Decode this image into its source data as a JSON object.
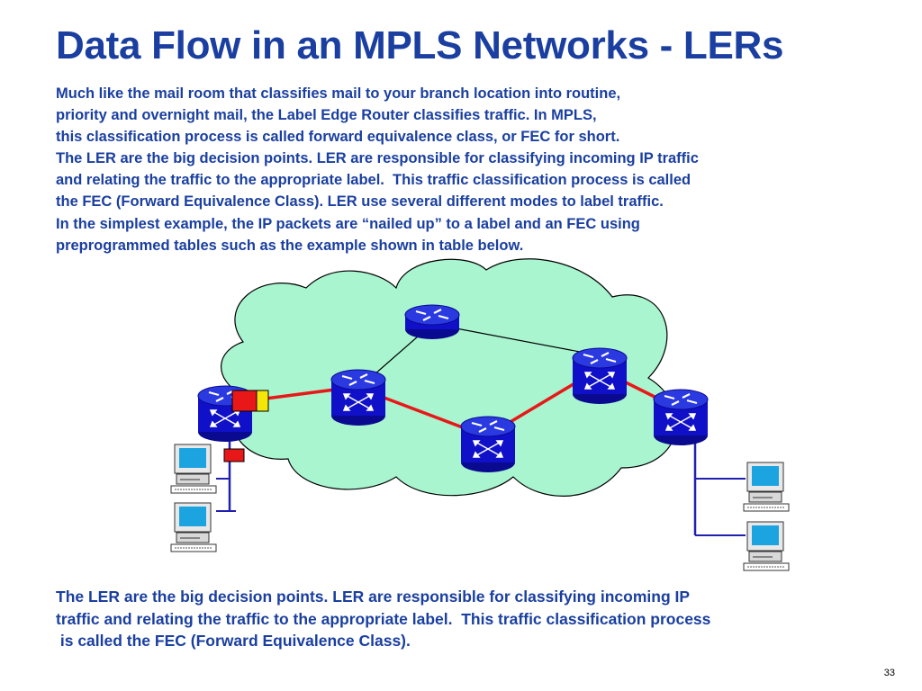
{
  "slide": {
    "title": "Data Flow in an MPLS Networks - LERs",
    "intro_lines": [
      "Much like the mail room that classifies mail to your branch location into routine,",
      "priority and overnight mail, the Label Edge Router classifies traffic. In MPLS,",
      "this classification process is called forward equivalence class, or FEC for short.",
      "The LER are the big decision points. LER are responsible for classifying incoming IP traffic",
      "and relating the traffic to the appropriate label.  This traffic classification process is called",
      "the FEC (Forward Equivalence Class). LER use several different modes to label traffic.",
      "In the simplest example, the IP packets are “nailed up” to a label and an FEC using",
      "preprogrammed tables such as the example shown in table below."
    ],
    "summary_lines": [
      "The LER are the big decision points. LER are responsible for classifying incoming IP",
      "traffic and relating the traffic to the appropriate label.  This traffic classification process",
      " is called the FEC (Forward Equivalence Class)."
    ],
    "page_number": "33"
  },
  "colors": {
    "title_text": "#1a3fa0",
    "cloud_fill": "#a8f5d0",
    "router_blue": "#1010c8",
    "lsp_path": "#e81818",
    "packet_red": "#e81818",
    "packet_yellow": "#f5e60a",
    "host_link": "#2020b0"
  },
  "diagram": {
    "routers": [
      "ingress-ler",
      "lsr-top",
      "lsr-left",
      "lsr-bottom",
      "lsr-right",
      "egress-ler"
    ],
    "hosts": [
      "host-left-1",
      "host-left-2",
      "host-right-1",
      "host-right-2"
    ],
    "icons": [
      "cloud-icon",
      "router-icon",
      "computer-icon",
      "packet-icon"
    ]
  }
}
